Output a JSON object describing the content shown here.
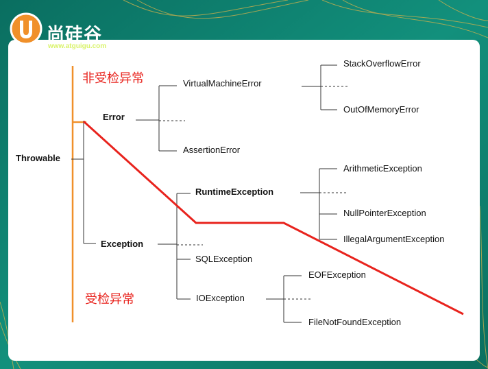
{
  "logo": {
    "brand": "尚硅谷",
    "url": "www.atguigu.com"
  },
  "categories": {
    "unchecked": "非受检异常",
    "checked": "受检异常"
  },
  "nodes": {
    "throwable": "Throwable",
    "error": "Error",
    "exception": "Exception",
    "virtual_machine_error": "VirtualMachineError",
    "assertion_error": "AssertionError",
    "stack_overflow_error": "StackOverflowError",
    "out_of_memory_error": "OutOfMemoryError",
    "runtime_exception": "RuntimeException",
    "sql_exception": "SQLException",
    "io_exception": "IOException",
    "arithmetic_exception": "ArithmeticException",
    "null_pointer_exception": "NullPointerException",
    "illegal_argument_exception": "IllegalArgumentException",
    "eof_exception": "EOFException",
    "file_not_found_exception": "FileNotFoundException"
  },
  "colors": {
    "teal": "#0e7a6b",
    "accent_orange": "#f0902a",
    "checked_divider_red": "#e8231d",
    "gold": "#d6b24a"
  }
}
